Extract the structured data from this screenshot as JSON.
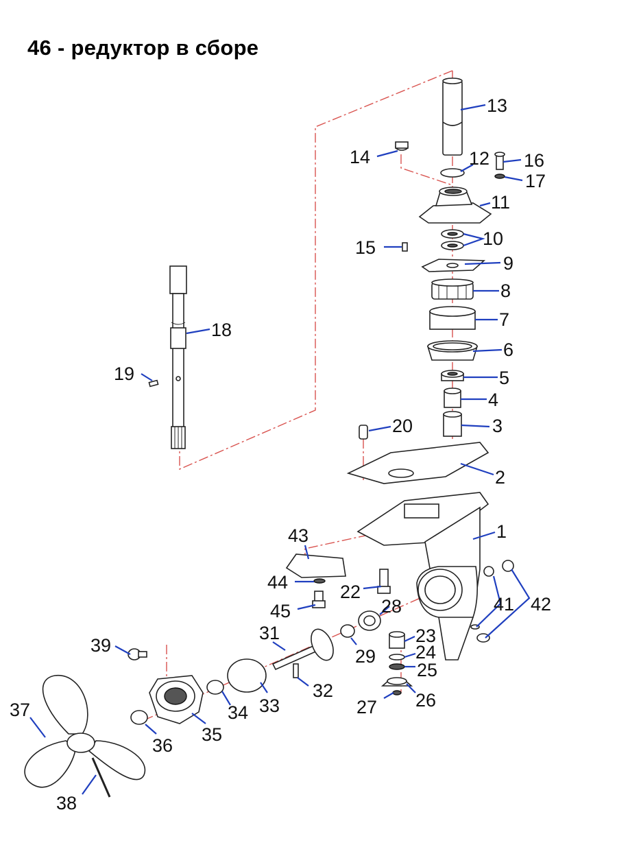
{
  "title": "46 - редуктор в сборе",
  "colors": {
    "leader": "#1f3fbf",
    "centerline": "#d9534f",
    "outline": "#222222"
  },
  "callouts": [
    "1",
    "2",
    "3",
    "4",
    "5",
    "6",
    "7",
    "8",
    "9",
    "10",
    "11",
    "12",
    "13",
    "14",
    "15",
    "16",
    "17",
    "18",
    "19",
    "20",
    "22",
    "23",
    "24",
    "25",
    "26",
    "27",
    "28",
    "29",
    "31",
    "32",
    "33",
    "34",
    "35",
    "36",
    "37",
    "38",
    "39",
    "41",
    "42",
    "43",
    "44",
    "45"
  ]
}
